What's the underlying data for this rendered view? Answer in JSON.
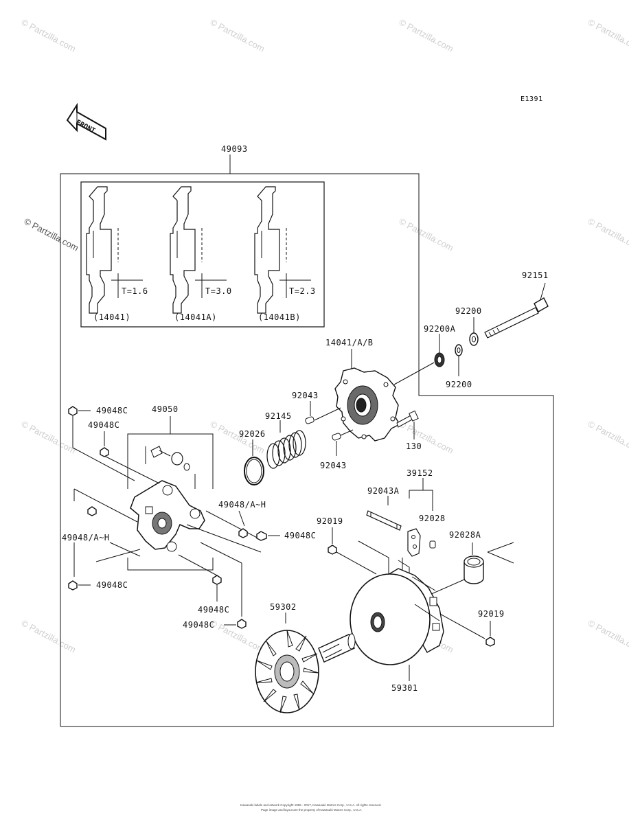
{
  "diagram": {
    "code": "E1391",
    "front_label": "FRONT",
    "watermark": "© Partzilla.com",
    "footer_line1": "Kawasaki labels and artwork Copyright 1996 - 2017, Kawasaki Motors Corp., U.S.A. All rights reserved.",
    "footer_line2": "Page image and layout are the property of Kawasaki Motors Corp., U.S.A.",
    "weights": [
      {
        "t": "T=1.6",
        "part": "(14041)"
      },
      {
        "t": "T=3.0",
        "part": "(14041A)"
      },
      {
        "t": "T=2.3",
        "part": "(14041B)"
      }
    ],
    "labels": {
      "p49093": "49093",
      "p92151": "92151",
      "p92200_top": "92200",
      "p92200A": "92200A",
      "p92200_bot": "92200",
      "p14041AB": "14041/A/B",
      "p92043_top": "92043",
      "p92145": "92145",
      "p92026": "92026",
      "p92043_bot": "92043",
      "p130": "130",
      "p49048C_1": "49048C",
      "p49048C_2": "49048C",
      "p49050": "49050",
      "p49048AH_1": "49048/A~H",
      "p49048C_3": "49048C",
      "p49048AH_2": "49048/A~H",
      "p49048C_4": "49048C",
      "p49048C_5": "49048C",
      "p49048C_6": "49048C",
      "p39152": "39152",
      "p92043A": "92043A",
      "p92019_top": "92019",
      "p92028": "92028",
      "p92028A": "92028A",
      "p92019_bot": "92019",
      "p59302": "59302",
      "p59301": "59301"
    }
  }
}
